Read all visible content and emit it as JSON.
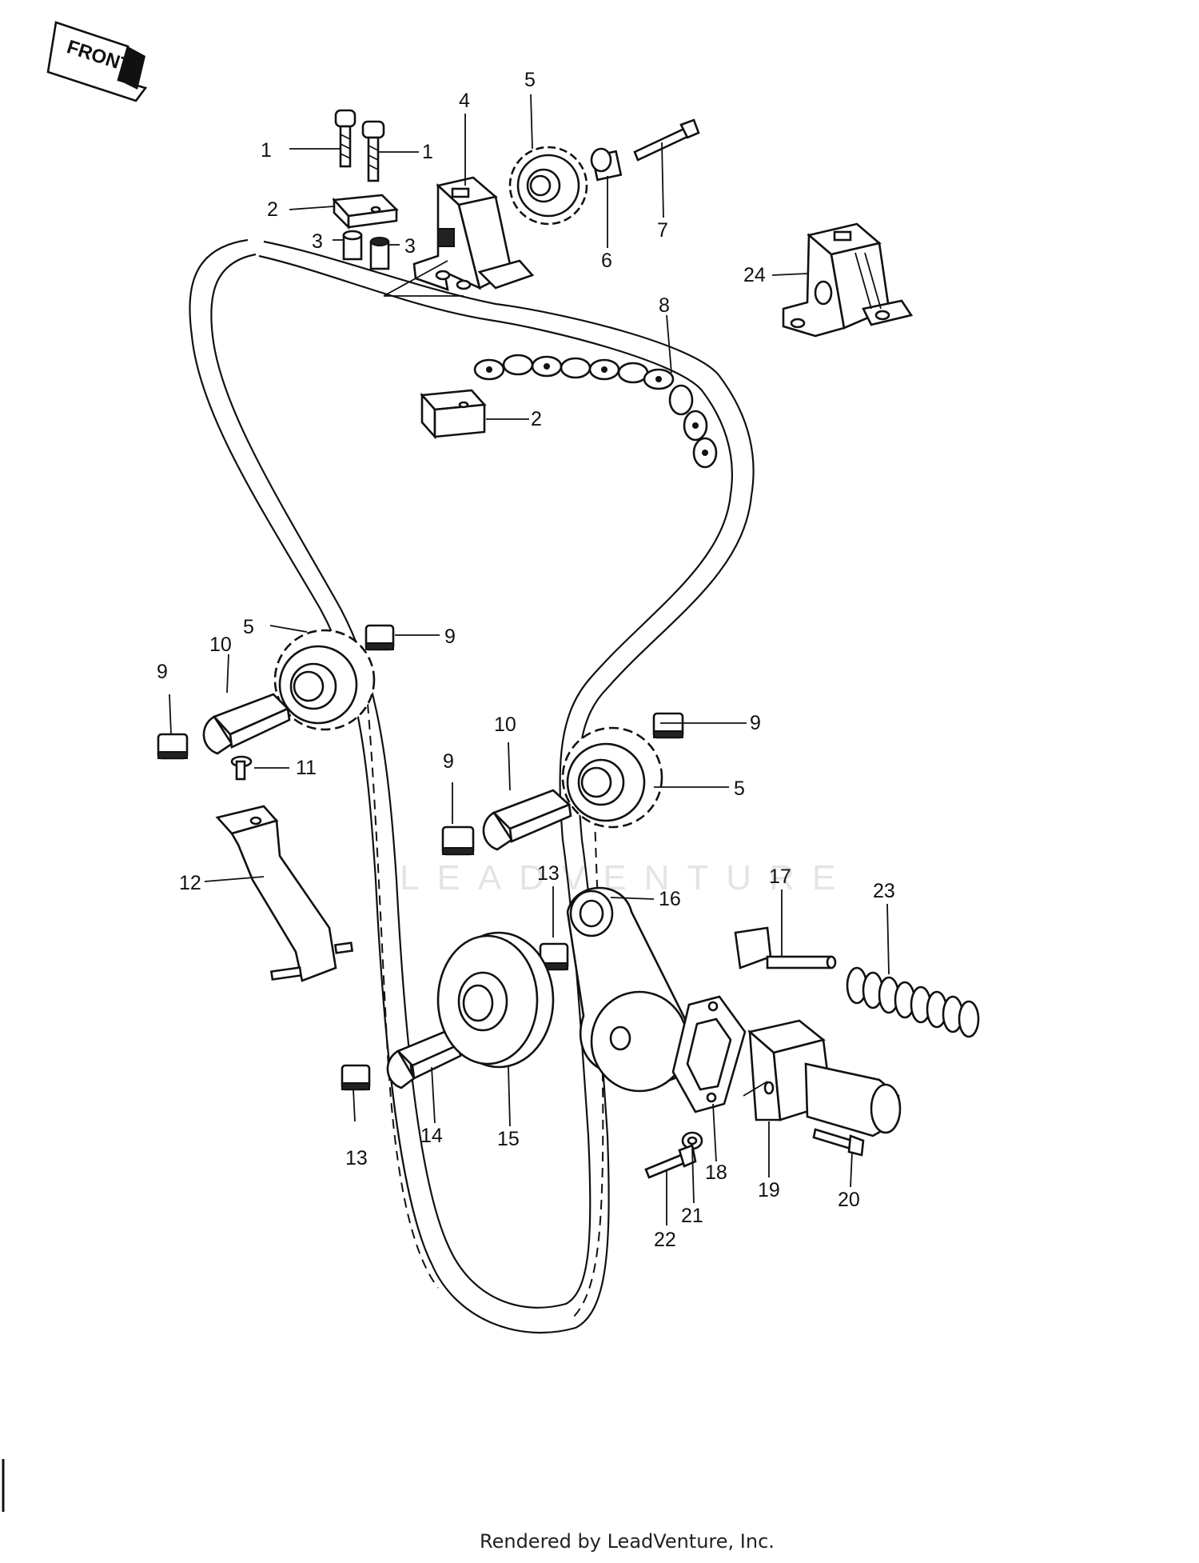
{
  "front_label": "FRONT",
  "watermark": "LEADVENTURE",
  "footer": "Rendered by LeadVenture, Inc.",
  "callouts": {
    "c1a": "1",
    "c1b": "1",
    "c2a": "2",
    "c2b": "2",
    "c3a": "3",
    "c3b": "3",
    "c4": "4",
    "c5a": "5",
    "c5b": "5",
    "c5c": "5",
    "c6": "6",
    "c7": "7",
    "c8": "8",
    "c9a": "9",
    "c9b": "9",
    "c9c": "9",
    "c9d": "9",
    "c10a": "10",
    "c10b": "10",
    "c11": "11",
    "c12": "12",
    "c13a": "13",
    "c13b": "13",
    "c14": "14",
    "c15": "15",
    "c16": "16",
    "c17": "17",
    "c18": "18",
    "c19": "19",
    "c20": "20",
    "c21": "21",
    "c22": "22",
    "c23": "23",
    "c24": "24"
  }
}
